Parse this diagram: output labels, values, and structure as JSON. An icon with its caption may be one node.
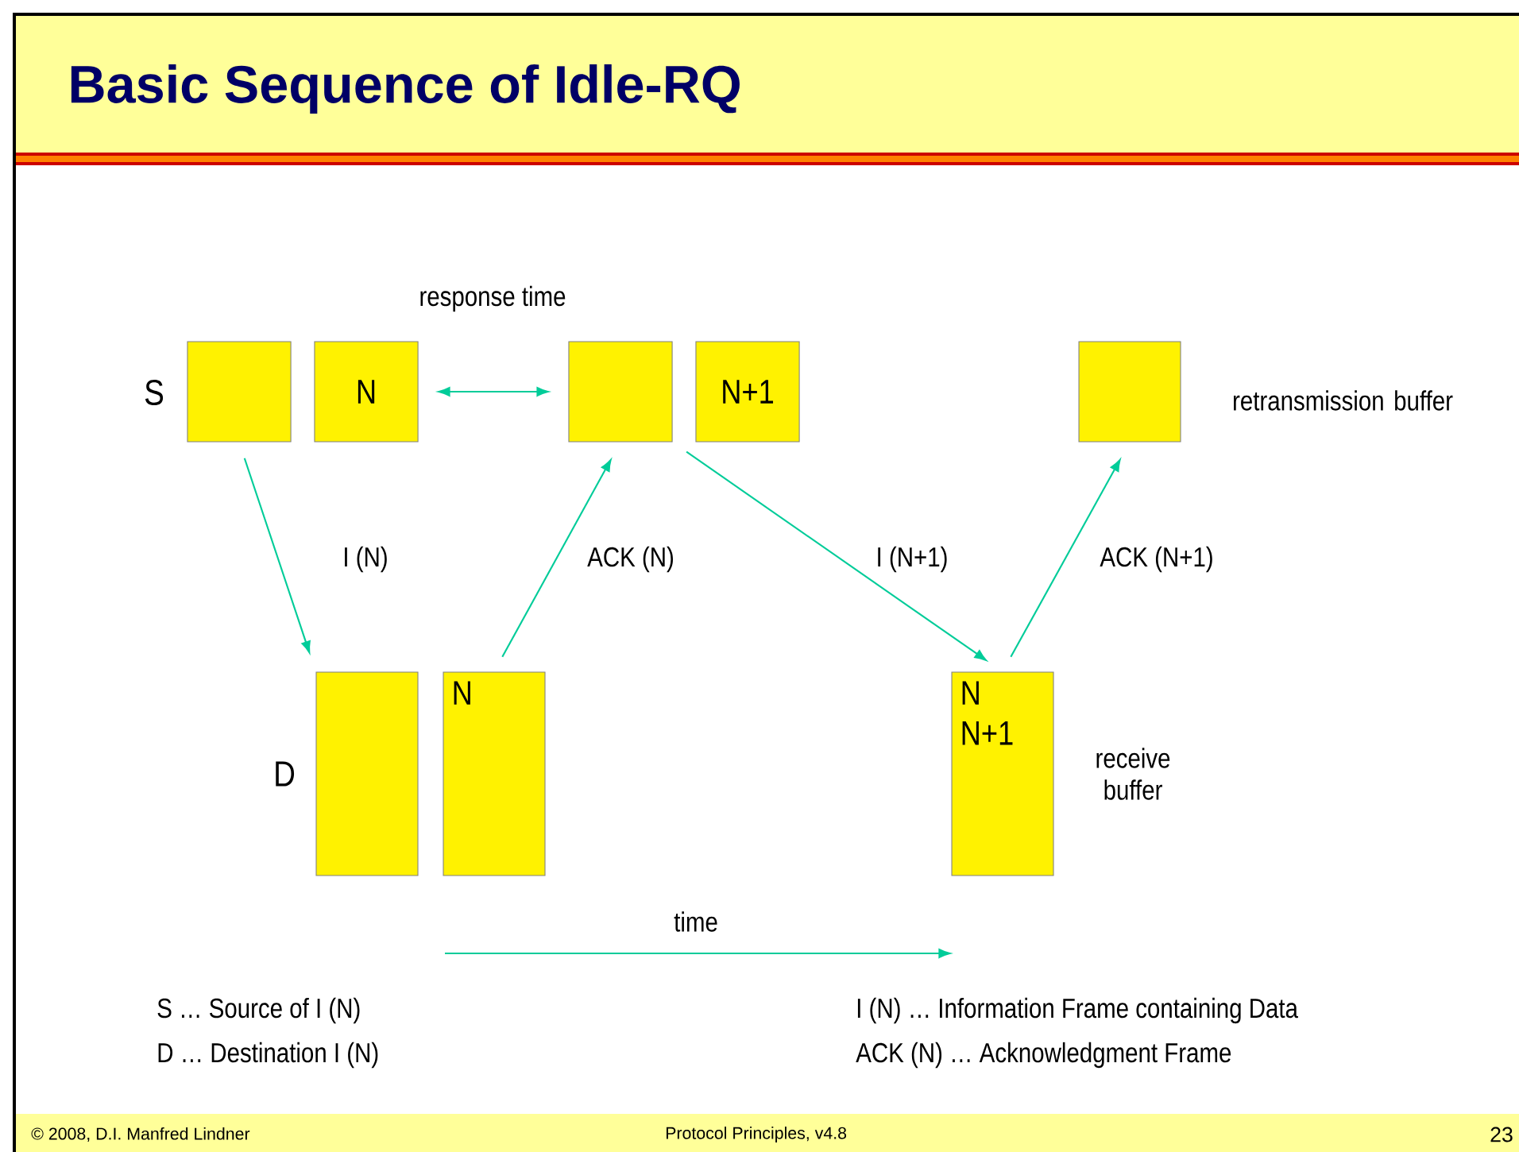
{
  "diagram": {
    "title": "Basic Sequence of Idle-RQ",
    "nodes": [
      {
        "text": [],
        "shape": "box"
      },
      {
        "text": [
          "N"
        ]
      },
      {
        "text": [],
        "shape": "box"
      },
      {
        "text": [
          "N+1"
        ]
      },
      {
        "text": [],
        "shape": "box",
        "beside": [
          "retransmission buffer"
        ]
      },
      {
        "text": [],
        "shape": "box"
      },
      {
        "text": [
          "N"
        ]
      },
      {
        "text": [
          "N",
          "N+1"
        ],
        "beside": [
          "receive buffer"
        ]
      }
    ],
    "edges": [
      {
        "from": 1,
        "to": 2,
        "arrow": "both",
        "label": "response time"
      },
      {
        "from": 0,
        "to": 5,
        "arrow": "to",
        "label": "I (N)"
      },
      {
        "from": 6,
        "to": 2,
        "arrow": "to",
        "label": "ACK (N)"
      },
      {
        "from": 2,
        "to": 7,
        "arrow": "to",
        "label": "I (N+1)"
      },
      {
        "from": 7,
        "to": 4,
        "arrow": "to",
        "label": "ACK (N+1)"
      }
    ],
    "labels": [
      "S",
      "D",
      "time",
      "S …  Source of I (N)",
      "D … Destination I (N)",
      "I (N) … Information Frame containing Data",
      "ACK (N) … Acknowledgment Frame",
      "© 2008, D.I. Manfred Lindner",
      "Protocol Principles, v4.8",
      "23"
    ]
  }
}
